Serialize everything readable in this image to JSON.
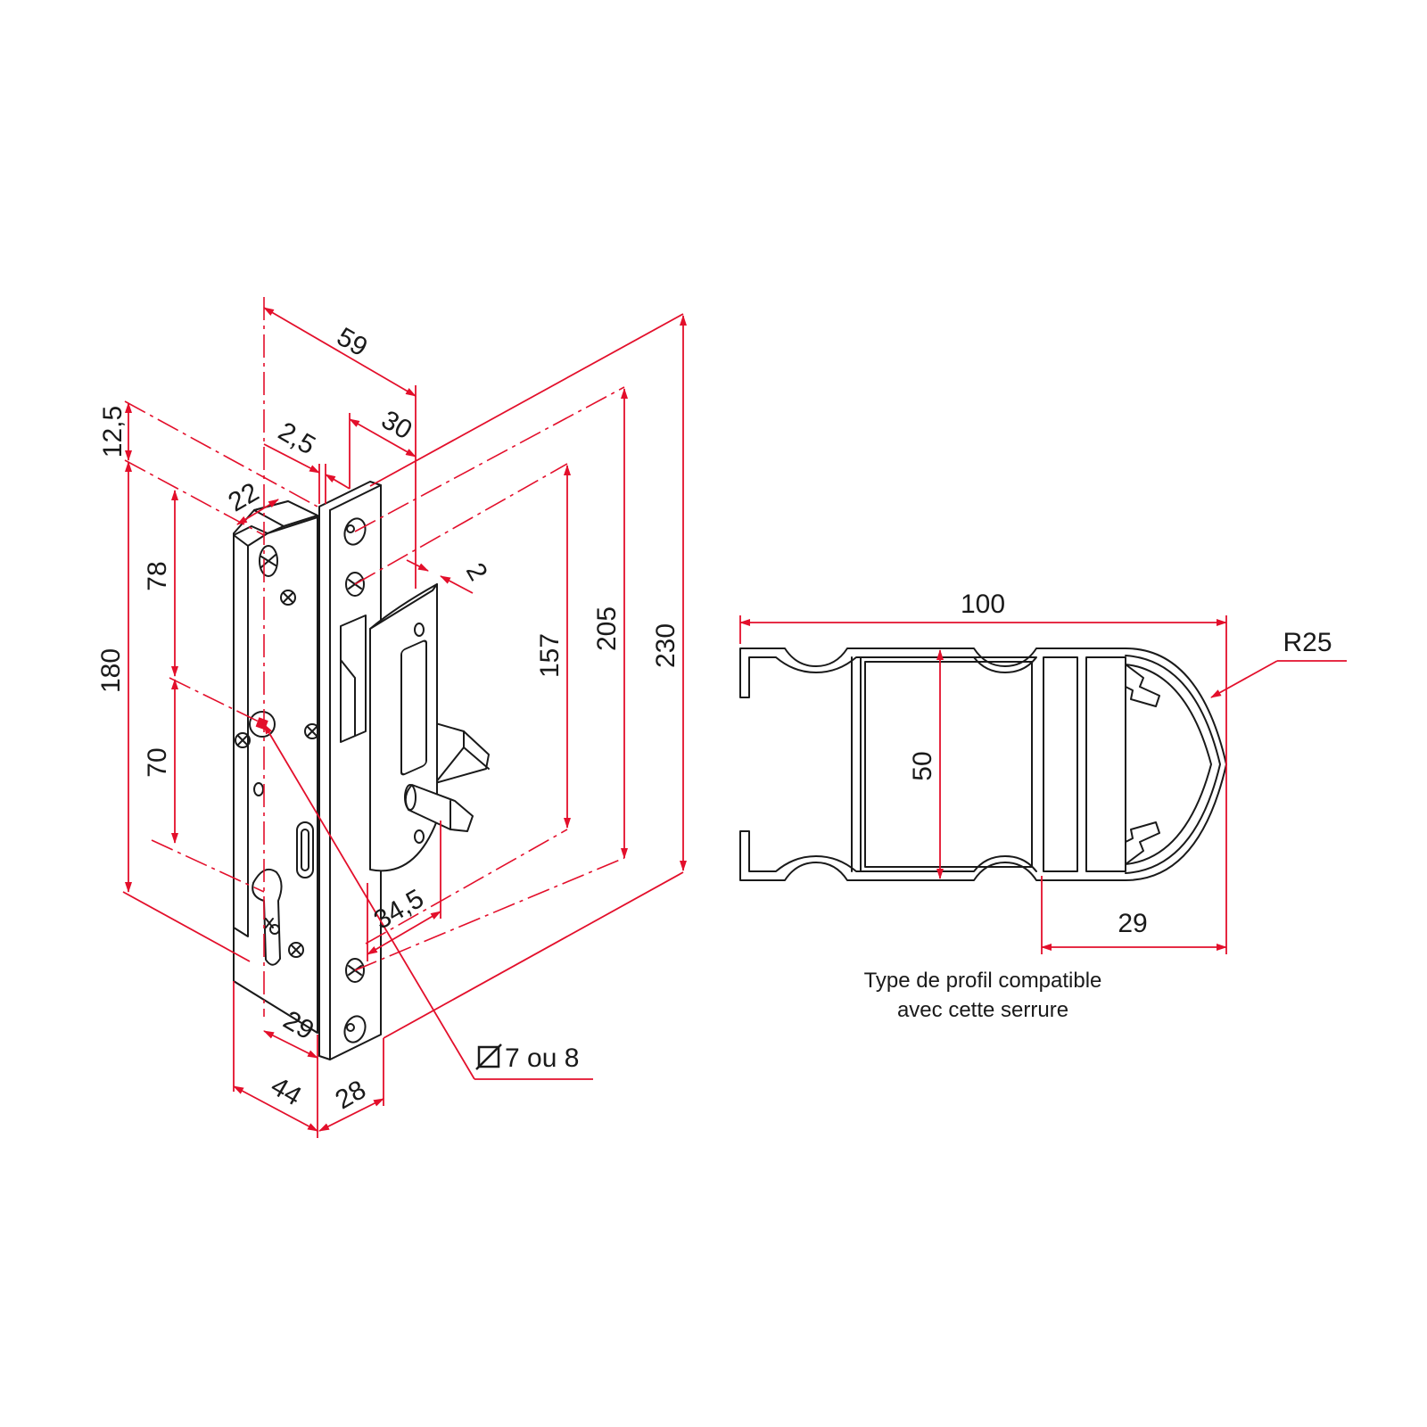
{
  "lock_view": {
    "dimensions": {
      "d59": "59",
      "d30": "30",
      "d2_5": "2,5",
      "d12_5": "12,5",
      "d22": "22",
      "d2": "2",
      "d78": "78",
      "d180": "180",
      "d70": "70",
      "d157": "157",
      "d205": "205",
      "d230": "230",
      "d34_5": "34,5",
      "d29": "29",
      "d44": "44",
      "d28": "28"
    },
    "hole_callout": "7 ou 8"
  },
  "profile_view": {
    "dimensions": {
      "width": "100",
      "height": "50",
      "depth": "29",
      "radius": "R25"
    },
    "caption_line1": "Type de profil compatible",
    "caption_line2": "avec cette serrure"
  },
  "colors": {
    "dimension": "#e30f2b",
    "object": "#1a1a1a"
  }
}
